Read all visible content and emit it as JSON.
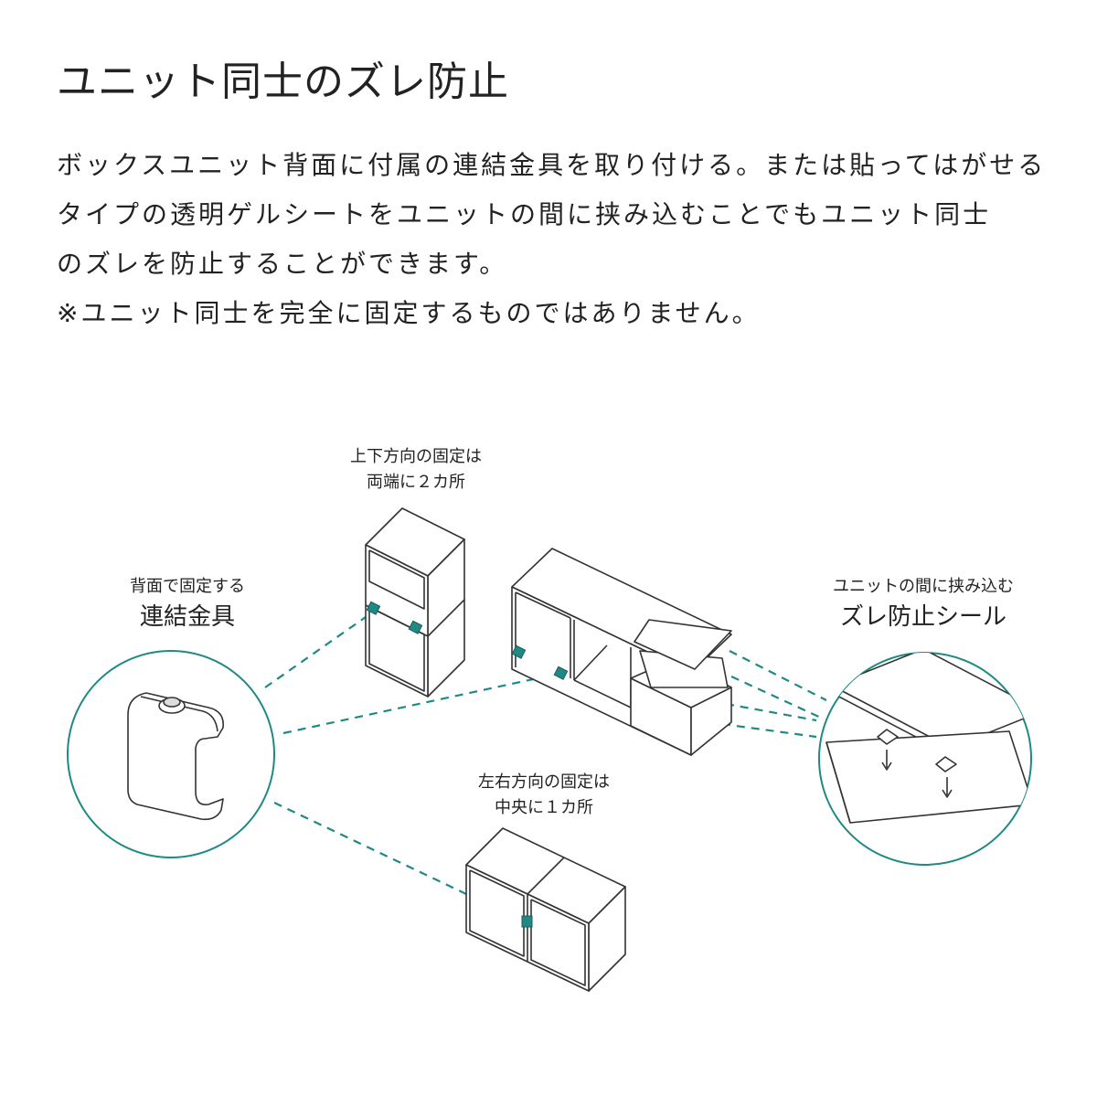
{
  "title": "ユニット同士のズレ防止",
  "description": {
    "lines": [
      "ボックスユニット背面に付属の連結金具を取り付ける。または貼ってはがせる",
      "タイプの透明ゲルシートをユニットの間に挟み込むことでもユニット同士",
      "のズレを防止することができます。",
      "※ユニット同士を完全に固定するものではありません。"
    ]
  },
  "labels": {
    "vertical_fix": {
      "line1": "上下方向の固定は",
      "line2": "両端に２カ所"
    },
    "bracket": {
      "line1": "背面で固定する",
      "line2": "連結金具"
    },
    "sheet": {
      "line1": "ユニットの間に挟み込む",
      "line2": "ズレ防止シール"
    },
    "horizontal_fix": {
      "line1": "左右方向の固定は",
      "line2": "中央に１カ所"
    }
  },
  "colors": {
    "accent": "#1f8a85",
    "line": "#333333",
    "text": "#222222"
  }
}
